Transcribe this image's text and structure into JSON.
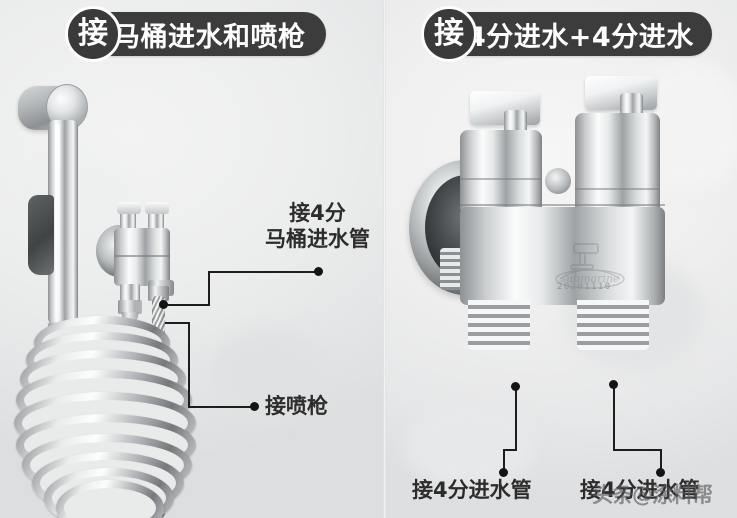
{
  "panels": {
    "left": {
      "banner": {
        "badge": "接",
        "text": "马桶进水和喷枪"
      },
      "labels": {
        "toilet_inlet_line1": "接4分",
        "toilet_inlet_line2": "马桶进水管",
        "spray_gun": "接喷枪"
      }
    },
    "right": {
      "banner": {
        "badge": "接",
        "text": "4分进水+4分进水"
      },
      "labels": {
        "inlet_left": "接4分进水管",
        "inlet_right": "接4分进水管"
      },
      "product": {
        "engraved_code": "20201110"
      }
    }
  },
  "watermark": {
    "text": "头条@涂料帮"
  },
  "colors": {
    "banner_bg": "#3c3c3c",
    "banner_text": "#ffffff",
    "label_text": "#2c2c2c",
    "leader_line": "#1d1d1d",
    "panel_left_bg": "#eceded",
    "panel_right_bg": "#efefef",
    "chrome_light": "#fbfcfc",
    "chrome_dark": "#7d8082"
  }
}
